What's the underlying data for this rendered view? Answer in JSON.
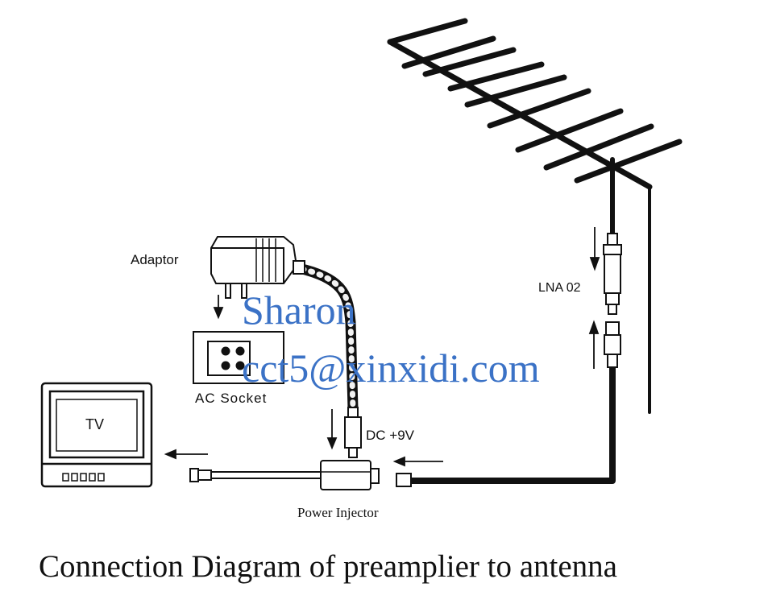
{
  "labels": {
    "adaptor": "Adaptor",
    "ac_socket": "AC Socket",
    "tv": "TV",
    "lna": "LNA 02",
    "dc": "DC +9V",
    "power_injector": "Power Injector"
  },
  "watermark": {
    "name": "Sharon",
    "email": "cct5@xinxidi.com"
  },
  "caption": "Connection Diagram of preamplier to antenna",
  "colors": {
    "ink": "#111111",
    "watermark": "#3b72c6"
  }
}
